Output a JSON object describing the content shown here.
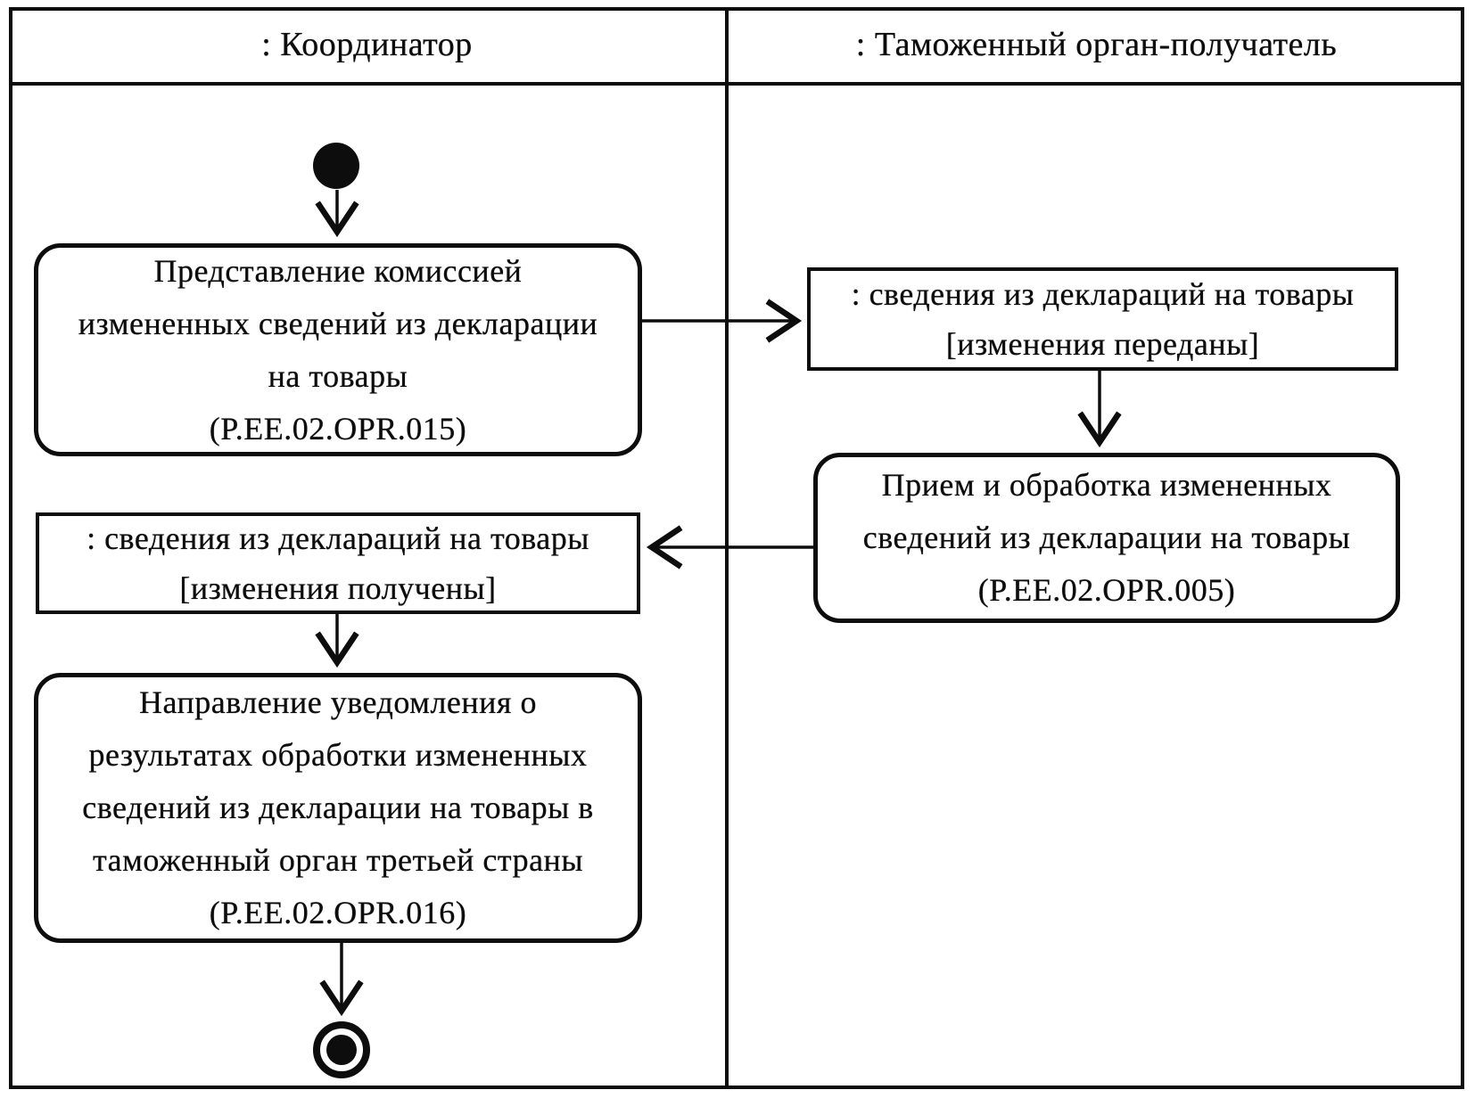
{
  "diagram": {
    "kind": "uml-activity-swimlane",
    "colors": {
      "ink": "#0d0d0d",
      "paper": "#ffffff"
    },
    "lanes": [
      {
        "title": ": Координатор"
      },
      {
        "title": ": Таможенный орган-получатель"
      }
    ],
    "nodes": {
      "activity_present": {
        "lane": 0,
        "lines": [
          "Представление комиссией",
          "измененных сведений из декларации",
          "на товары",
          "(P.EE.02.OPR.015)"
        ]
      },
      "object_transferred": {
        "lane": 1,
        "lines": [
          ": сведения из деклараций на товары",
          "[изменения переданы]"
        ]
      },
      "activity_receive": {
        "lane": 1,
        "lines": [
          "Прием и обработка измененных",
          "сведений из декларации на товары",
          "(P.EE.02.OPR.005)"
        ]
      },
      "object_received": {
        "lane": 0,
        "lines": [
          ": сведения из деклараций на товары",
          "[изменения получены]"
        ]
      },
      "activity_notify": {
        "lane": 0,
        "lines": [
          "Направление уведомления о",
          "результатах обработки измененных",
          "сведений из декларации на товары в",
          "таможенный орган третьей страны",
          "(P.EE.02.OPR.016)"
        ]
      }
    }
  }
}
